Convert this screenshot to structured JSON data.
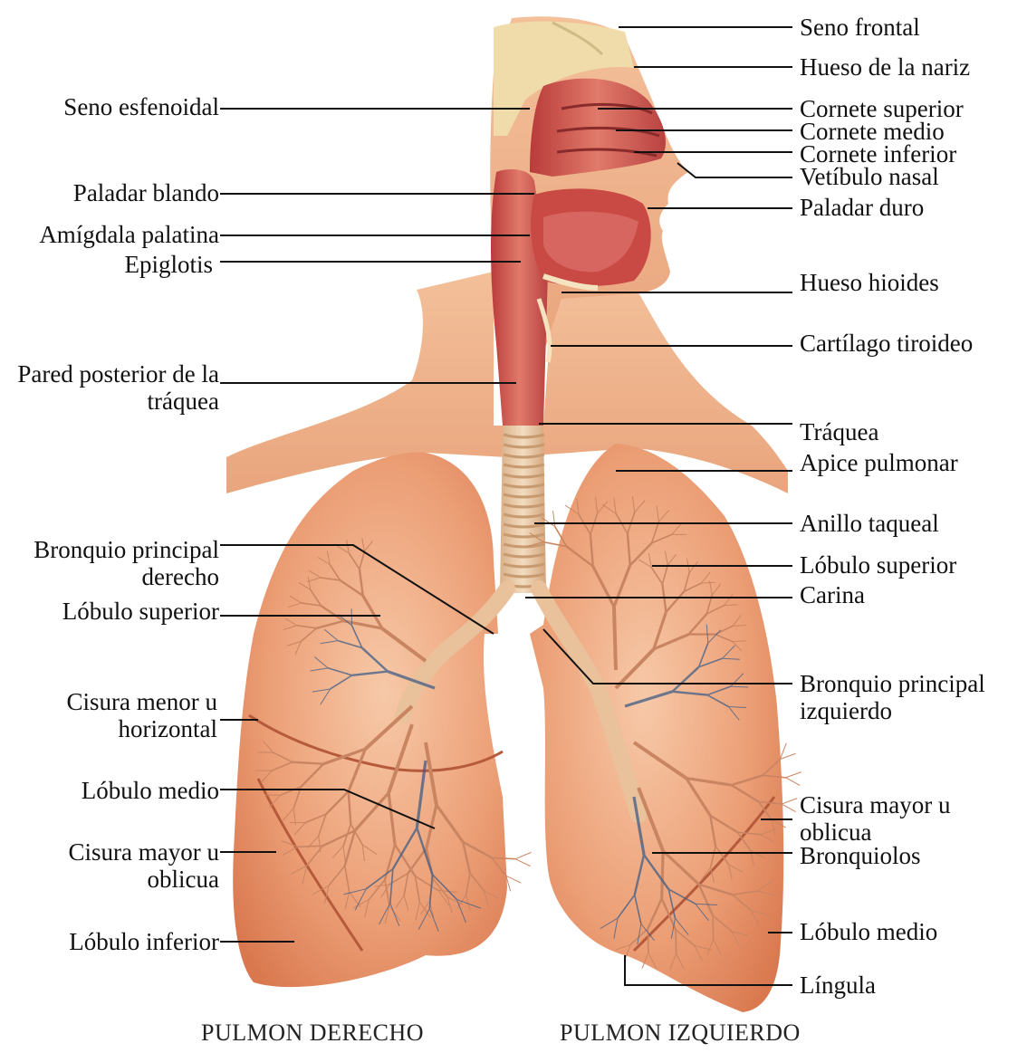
{
  "colors": {
    "skin": "#f1b58a",
    "skin_dark": "#d98a62",
    "lung": "#e8946c",
    "lung_light": "#f4b894",
    "mucosa": "#c94a45",
    "trachea": "#e9c6a0",
    "bone": "#efdcaa",
    "vein": "#3f5d86",
    "leader": "#111111"
  },
  "labels_left": [
    {
      "text": "Seno esfenoidal"
    },
    {
      "text": "Paladar blando"
    },
    {
      "text": "Amígdala palatina"
    },
    {
      "text": "Epiglotis"
    },
    {
      "text": "Pared posterior de la tráquea"
    },
    {
      "text": "Bronquio principal derecho"
    },
    {
      "text": "Lóbulo superior"
    },
    {
      "text": "Cisura menor u horizontal"
    },
    {
      "text": "Lóbulo medio"
    },
    {
      "text": "Cisura mayor u oblicua"
    },
    {
      "text": "Lóbulo inferior"
    }
  ],
  "labels_right": [
    {
      "text": "Seno frontal"
    },
    {
      "text": "Hueso de la nariz"
    },
    {
      "text": "Cornete superior"
    },
    {
      "text": "Cornete medio"
    },
    {
      "text": "Cornete inferior"
    },
    {
      "text": "Vetíbulo nasal"
    },
    {
      "text": "Paladar duro"
    },
    {
      "text": "Hueso hioides"
    },
    {
      "text": "Cartílago tiroideo"
    },
    {
      "text": "Tráquea"
    },
    {
      "text": "Apice pulmonar"
    },
    {
      "text": "Anillo taqueal"
    },
    {
      "text": "Lóbulo superior"
    },
    {
      "text": "Carina"
    },
    {
      "text": "Bronquio principal izquierdo"
    },
    {
      "text": "Cisura mayor u oblicua"
    },
    {
      "text": "Bronquiolos"
    },
    {
      "text": "Lóbulo medio"
    },
    {
      "text": "Língula"
    }
  ],
  "captions": {
    "right_lung": "PULMON DERECHO",
    "left_lung": "PULMON IZQUIERDO"
  }
}
